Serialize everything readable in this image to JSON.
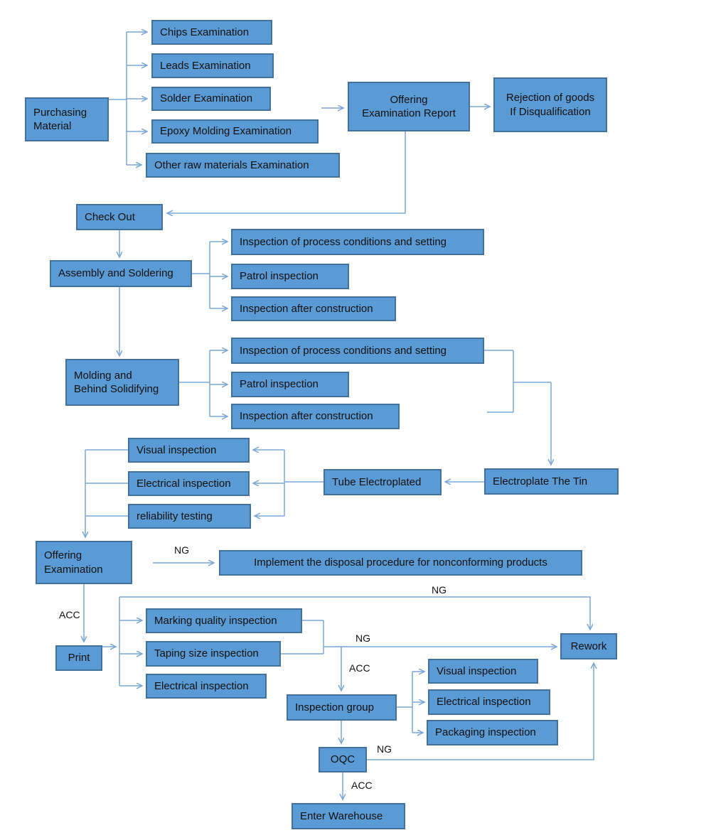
{
  "diagram": {
    "background": "#ffffff",
    "colors": {
      "box_fill": "#5b9bd5",
      "box_border": "#41719c",
      "arrow": "#79a7d6",
      "text": "#101010"
    }
  },
  "labels": {
    "ng": "NG",
    "acc": "ACC"
  },
  "nodes": {
    "purchasing_material": {
      "line1": "Purchasing",
      "line2": "Material"
    },
    "chips_examination": "Chips Examination",
    "leads_examination": "Leads Examination",
    "solder_examination": "Solder Examination",
    "epoxy_molding_examination": "Epoxy Molding Examination",
    "other_raw_materials_examination": "Other raw materials Examination",
    "offering_examination_report": {
      "line1": "Offering",
      "line2": "Examination Report"
    },
    "rejection_of_goods": {
      "line1": "Rejection of goods",
      "line2": "If Disqualification"
    },
    "check_out": "Check Out",
    "assembly_and_soldering": "Assembly and Soldering",
    "inspection_process_1": "Inspection of process conditions and setting",
    "patrol_inspection_1": "Patrol inspection",
    "inspection_after_1": "Inspection after construction",
    "molding_solidifying": {
      "line1": "Molding and",
      "line2": "Behind Solidifying"
    },
    "inspection_process_2": "Inspection of process conditions and setting",
    "patrol_inspection_2": "Patrol inspection",
    "inspection_after_2": "Inspection after construction",
    "visual_inspection_1": "Visual inspection",
    "electrical_inspection_1": "Electrical inspection",
    "reliability_testing": "reliability testing",
    "tube_electroplated": "Tube Electroplated",
    "electroplate_the_tin": "Electroplate The Tin",
    "offering_examination": {
      "line1": "Offering",
      "line2": "Examination"
    },
    "implement_disposal": "Implement the disposal procedure for nonconforming products",
    "print": "Print",
    "marking_quality_inspection": "Marking quality inspection",
    "taping_size_inspection": "Taping size inspection",
    "electrical_inspection_2": "Electrical inspection",
    "inspection_group": "Inspection group",
    "visual_inspection_2": "Visual inspection",
    "electrical_inspection_3": "Electrical inspection",
    "packaging_inspection": "Packaging inspection",
    "oqc": "OQC",
    "rework": "Rework",
    "enter_warehouse": "Enter Warehouse"
  }
}
